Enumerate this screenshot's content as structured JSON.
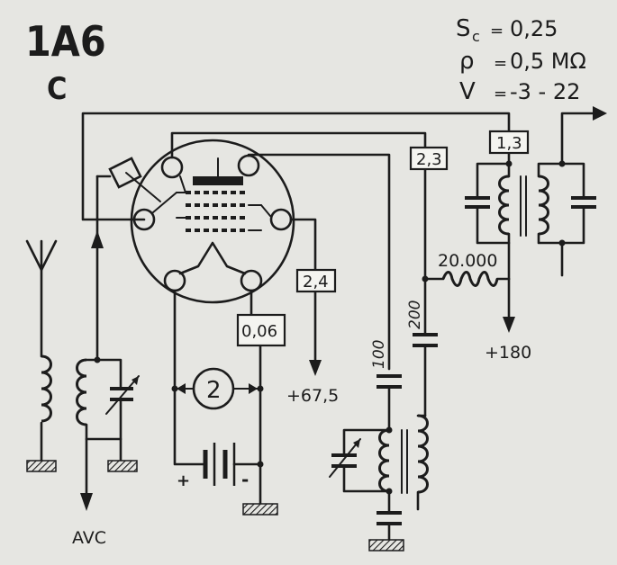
{
  "tube": {
    "type": "1A6",
    "variant": "C"
  },
  "specs": [
    {
      "symbol": "Sc",
      "sub": "c",
      "sep": "=",
      "value": "0,25"
    },
    {
      "symbol": "ρ",
      "sub": "",
      "sep": "=",
      "value": "0,5 MΩ"
    },
    {
      "symbol": "V",
      "sub": "",
      "sep": "=",
      "value": "-3 - 22"
    }
  ],
  "pins": {
    "p13": "1,3",
    "p23": "2,3",
    "p24": "2,4",
    "p006": "0,06",
    "p2": "2"
  },
  "components": {
    "resistor": "20.000",
    "cap200": "200",
    "cap100": "100"
  },
  "voltages": {
    "v180": "+180",
    "v675": "+67,5",
    "plus": "+",
    "minus": "-"
  },
  "labels": {
    "avc": "AVC"
  },
  "colors": {
    "ink": "#1c1c1c",
    "paper": "#e6e6e2"
  }
}
